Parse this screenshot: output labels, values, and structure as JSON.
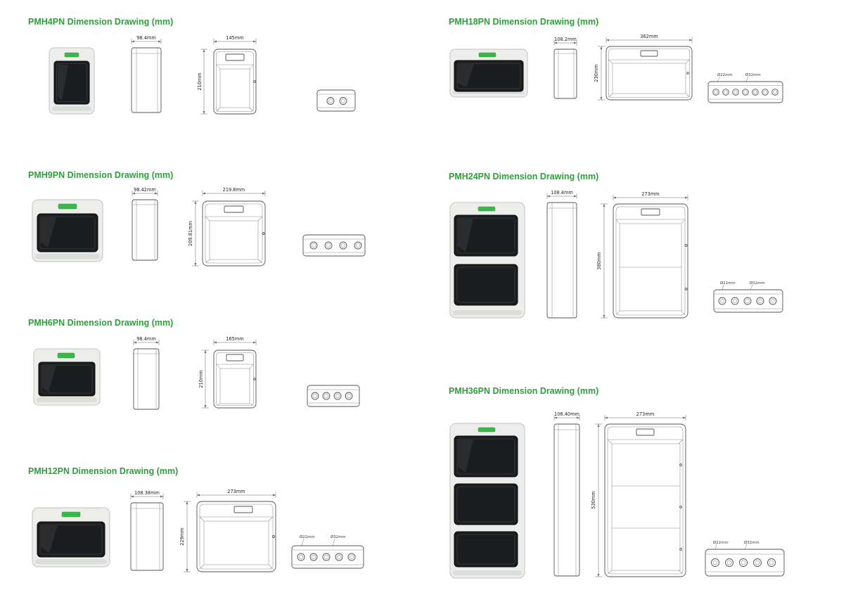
{
  "page": {
    "accent_green": "#2f9e3c"
  },
  "sections": {
    "pmh4pn": {
      "title": "PMH4PN Dimension Drawing (mm)",
      "depth": "98.4mm",
      "width": "145mm",
      "height": "210mm"
    },
    "pmh9pn": {
      "title": "PMH9PN Dimension Drawing (mm)",
      "depth": "98.42mm",
      "width": "219.8mm",
      "height": "209.81mm"
    },
    "pmh6pn": {
      "title": "PMH6PN Dimension Drawing (mm)",
      "depth": "98.4mm",
      "width": "165mm",
      "height": "210mm"
    },
    "pmh12pn": {
      "title": "PMH12PN Dimension Drawing (mm)",
      "depth": "108.38mm",
      "width": "273mm",
      "height": "229mm",
      "knockout_small": "Ø22mm",
      "knockout_large": "Ø32mm"
    },
    "pmh18pn": {
      "title": "PMH18PN Dimension Drawing (mm)",
      "depth": "108.2mm",
      "width": "362mm",
      "height": "230mm",
      "knockout_small": "Ø22mm",
      "knockout_large": "Ø32mm"
    },
    "pmh24pn": {
      "title": "PMH24PN Dimension Drawing (mm)",
      "depth": "108.4mm",
      "width": "273mm",
      "height": "380mm",
      "knockout_small": "Ø22mm",
      "knockout_large": "Ø32mm"
    },
    "pmh36pn": {
      "title": "PMH36PN Dimension Drawing (mm)",
      "depth": "108.40mm",
      "width": "273mm",
      "height": "530mm",
      "knockout_small": "Ø22mm",
      "knockout_large": "Ø32mm"
    }
  }
}
